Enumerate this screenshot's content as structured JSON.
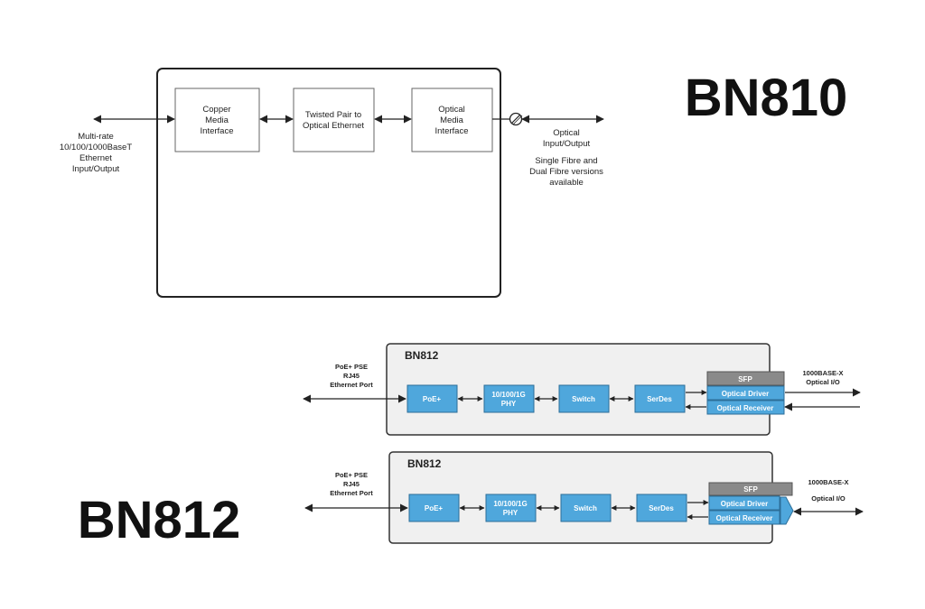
{
  "titles": {
    "bn810": "BN810",
    "bn812": "BN812"
  },
  "bn810": {
    "left_label": [
      "Multi-rate",
      "10/100/1000BaseT",
      "Ethernet",
      "Input/Output"
    ],
    "blocks": [
      [
        "Copper",
        "Media",
        "Interface"
      ],
      [
        "Twisted Pair to",
        "Optical Ethernet"
      ],
      [
        "Optical",
        "Media",
        "Interface"
      ]
    ],
    "right_label": [
      "Optical",
      "Input/Output"
    ],
    "note": [
      "Single Fibre and",
      "Dual Fibre versions",
      "available"
    ]
  },
  "bn812_a": {
    "title": "BN812",
    "port_label": [
      "PoE+ PSE",
      "RJ45",
      "Ethernet Port"
    ],
    "blocks": [
      [
        "PoE+"
      ],
      [
        "10/100/1G",
        "PHY"
      ],
      [
        "Switch"
      ],
      [
        "SerDes"
      ]
    ],
    "sfp": {
      "header": "SFP",
      "driver": "Optical Driver",
      "receiver": "Optical Receiver"
    },
    "right_label": [
      "1000BASE-X",
      "Optical I/O"
    ]
  },
  "bn812_b": {
    "title": "BN812",
    "port_label": [
      "PoE+ PSE",
      "RJ45",
      "Ethernet Port"
    ],
    "blocks": [
      [
        "PoE+"
      ],
      [
        "10/100/1G",
        "PHY"
      ],
      [
        "Switch"
      ],
      [
        "SerDes"
      ]
    ],
    "sfp": {
      "header": "SFP",
      "driver": "Optical Driver",
      "receiver": "Optical Receiver"
    },
    "right_label": [
      "1000BASE-X",
      "Optical I/O"
    ]
  },
  "colors": {
    "block_blue": "#4fa7dc",
    "block_border": "#2c6e98",
    "panel_gray": "#f0f0f0",
    "sfp_header_gray": "#8a8a8a",
    "line": "#222222"
  }
}
